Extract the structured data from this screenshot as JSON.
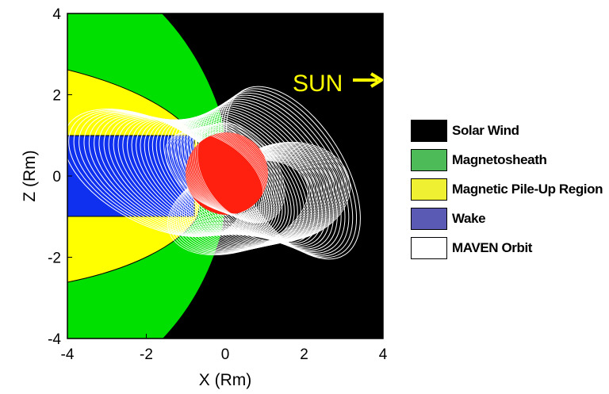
{
  "axes": {
    "x_label": "X (Rm)",
    "y_label": "Z (Rm)",
    "x_ticks": [
      "-4",
      "-2",
      "0",
      "2",
      "4"
    ],
    "y_ticks": [
      "4",
      "2",
      "0",
      "-2",
      "-4"
    ],
    "x_range": [
      -4,
      4
    ],
    "y_range": [
      -4,
      4
    ]
  },
  "sun_label": "SUN",
  "legend": [
    {
      "label": "Solar Wind",
      "color": "#000000"
    },
    {
      "label": "Magnetosheath",
      "color": "#4cbb58"
    },
    {
      "label": "Magnetic Pile-Up Region",
      "color": "#f0f032"
    },
    {
      "label": "Wake",
      "color": "#5a5ab4"
    },
    {
      "label": "MAVEN Orbit",
      "color": "#ffffff"
    }
  ],
  "region_colors": {
    "solar_wind": "#000000",
    "magnetosheath": "#00e000",
    "pile_up": "#ffff00",
    "wake": "#1030f0",
    "mars": "#ff2010",
    "orbit": "#ffffff",
    "arrow": "#ffff00"
  }
}
